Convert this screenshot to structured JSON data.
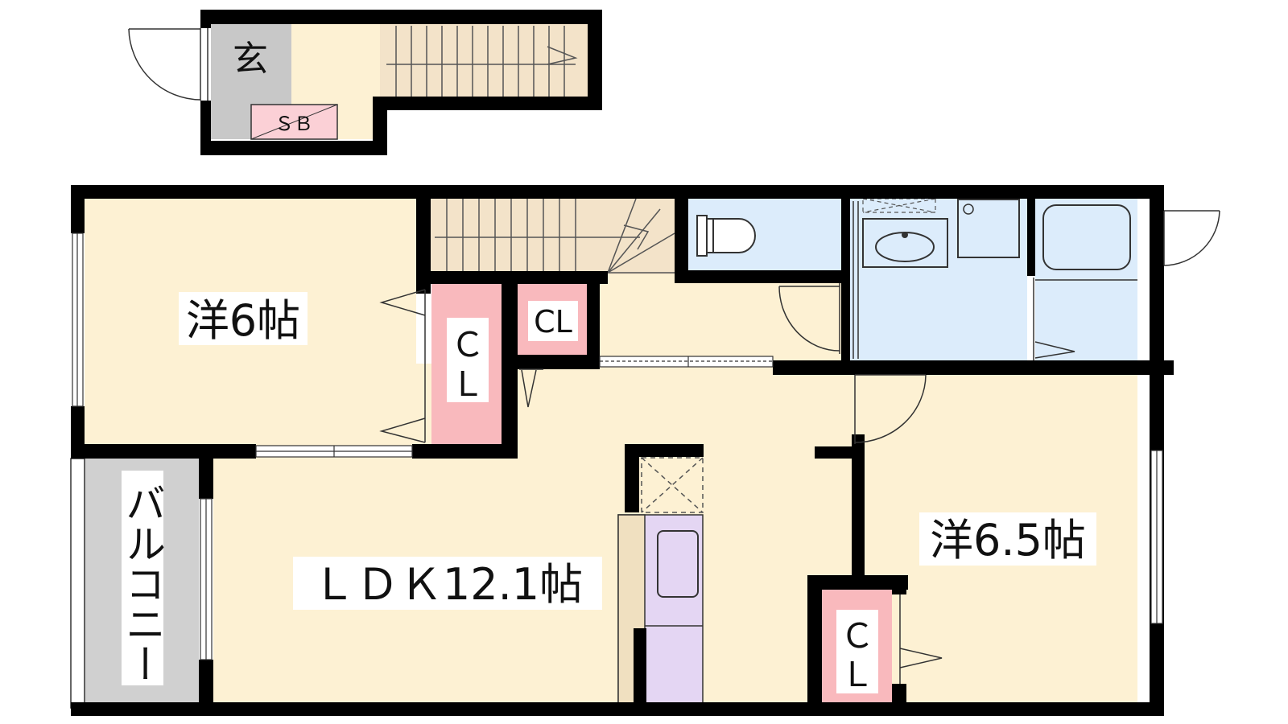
{
  "floorplan": {
    "entrance": {
      "genkan": "玄",
      "shoe_box": "ＳＢ"
    },
    "rooms": {
      "western_left": "洋6帖",
      "western_right": "洋6.5帖",
      "ldk": "ＬＤＫ12.1帖",
      "balcony": "バルコニー"
    },
    "closets": {
      "cl_left_top": "Ｃ",
      "cl_left_bottom": "Ｌ",
      "cl_small": "CL",
      "cl_right_top": "Ｃ",
      "cl_right_bottom": "Ｌ"
    },
    "colors": {
      "wall": "#000000",
      "room_floor": "#fdf1d3",
      "stair_floor": "#f3e3c9",
      "wet_area": "#dcecfb",
      "closet": "#f9b9bd",
      "entrance_floor": "#c8c8c8",
      "balcony_floor": "#d0d0d0",
      "kitchen": "#e4d6f3",
      "shoe_box": "#fbd0d6"
    }
  }
}
